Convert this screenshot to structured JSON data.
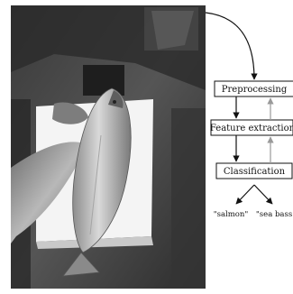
{
  "figure": {
    "photo_subject": "fish on conveyor belt",
    "stages": [
      {
        "label": "Preprocessing"
      },
      {
        "label": "Feature extraction"
      },
      {
        "label": "Classification"
      }
    ],
    "outputs": [
      {
        "label": "\"salmon\""
      },
      {
        "label": "\"sea bass\""
      }
    ]
  }
}
